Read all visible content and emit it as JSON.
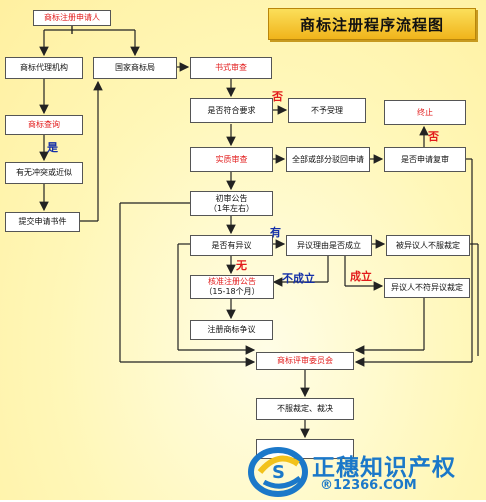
{
  "title": "商标注册程序流程图",
  "nodes": {
    "applicant": "商标注册申请人",
    "agency": "商标代理机构",
    "trademark_office": "国家商标局",
    "formal_exam": "书式审查",
    "meets_requirements": "是否符合要求",
    "reject_acceptance": "不予受理",
    "terminate": "终止",
    "search": "商标查询",
    "substantive_exam": "实质审查",
    "full_partial_reject": "全部或部分驳回申请",
    "apply_review": "是否申请复审",
    "no_conflict": "有无冲突或近似",
    "initial_notice": "初审公告",
    "initial_notice_period": "（1年左右）",
    "submit_docs": "提交申请书件",
    "has_opposition": "是否有异议",
    "opposition_valid": "异议理由是否成立",
    "opposed_dissatisfied": "被异议人不服裁定",
    "approve_notice": "核准注册公告",
    "approve_notice_period": "（15-18个月）",
    "opponent_dissatisfied": "异议人不符异议裁定",
    "register": "注册商标争议",
    "review_board": "商标评审委员会",
    "not_accept_ruling": "不服裁定、裁决"
  },
  "labels": {
    "yes": "是",
    "no": "否",
    "no2": "否",
    "has": "有",
    "none": "无",
    "not_valid": "不成立",
    "valid": "成立"
  },
  "logo": {
    "name": "正穗知识产权",
    "url": "®12366.COM"
  }
}
